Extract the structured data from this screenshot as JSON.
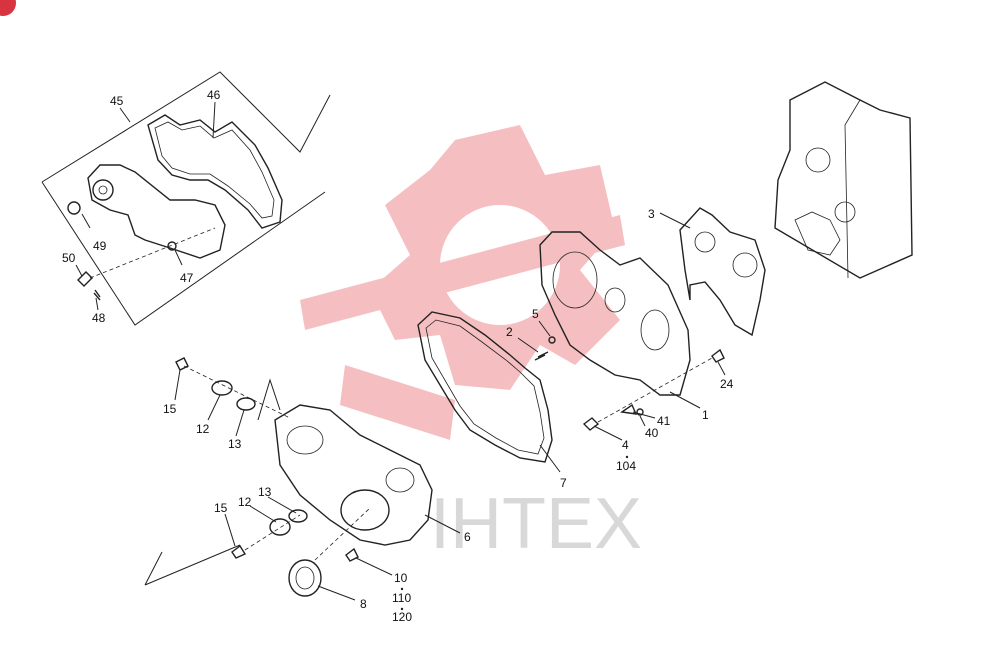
{
  "colors": {
    "watermark": "#f4b5b8",
    "badge": "#d8343f",
    "ink": "#222222"
  },
  "watermark": {
    "text": "IHTEX"
  },
  "callouts": [
    {
      "id": "c45",
      "text": "45"
    },
    {
      "id": "c46",
      "text": "46"
    },
    {
      "id": "c49",
      "text": "49"
    },
    {
      "id": "c50",
      "text": "50"
    },
    {
      "id": "c47",
      "text": "47"
    },
    {
      "id": "c48",
      "text": "48"
    },
    {
      "id": "c3",
      "text": "3"
    },
    {
      "id": "c5",
      "text": "5"
    },
    {
      "id": "c2",
      "text": "2"
    },
    {
      "id": "c24",
      "text": "24"
    },
    {
      "id": "c1",
      "text": "1"
    },
    {
      "id": "c41",
      "text": "41"
    },
    {
      "id": "c40",
      "text": "40"
    },
    {
      "id": "c4",
      "text": "4"
    },
    {
      "id": "c104",
      "text": "104"
    },
    {
      "id": "c7",
      "text": "7"
    },
    {
      "id": "c15a",
      "text": "15"
    },
    {
      "id": "c12a",
      "text": "12"
    },
    {
      "id": "c13a",
      "text": "13"
    },
    {
      "id": "c13b",
      "text": "13"
    },
    {
      "id": "c12b",
      "text": "12"
    },
    {
      "id": "c15b",
      "text": "15"
    },
    {
      "id": "c6",
      "text": "6"
    },
    {
      "id": "c10",
      "text": "10"
    },
    {
      "id": "c110",
      "text": "110"
    },
    {
      "id": "c120",
      "text": "120"
    },
    {
      "id": "c8",
      "text": "8"
    }
  ]
}
